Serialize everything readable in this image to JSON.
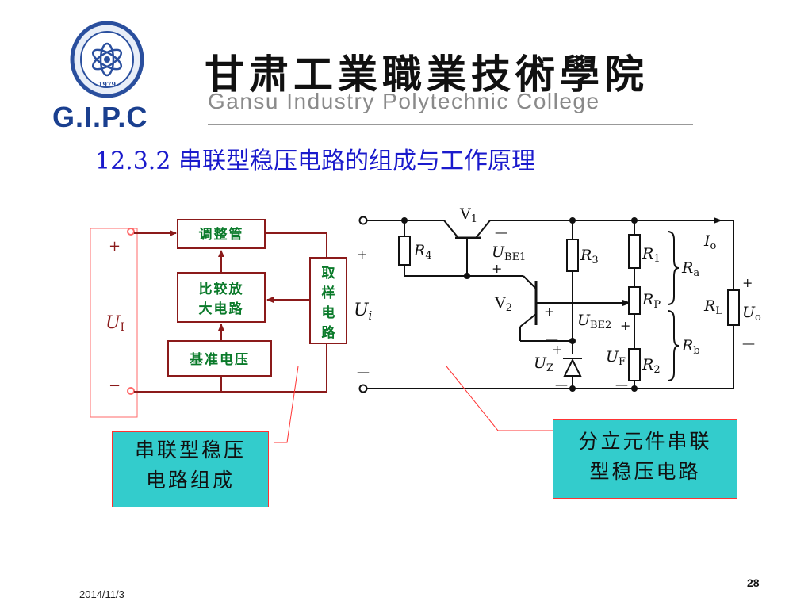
{
  "header": {
    "logo_text": "G.I.P.C",
    "college_cn": "甘肃工業職業技術學院",
    "college_en": "Gansu Industry Polytechnic College",
    "logo_year": "1979"
  },
  "title": "12.3.2 串联型稳压电路的组成与工作原理",
  "block_diagram": {
    "input_label": "U",
    "input_sub": "I",
    "plus": "+",
    "minus": "−",
    "regulator": "调整管",
    "comparator_line1": "比较放",
    "comparator_line2": "大电路",
    "reference": "基准电压",
    "sampling": [
      "取",
      "样",
      "电",
      "路"
    ]
  },
  "circuit": {
    "v1": "V",
    "v1_sub": "1",
    "v2": "V",
    "v2_sub": "2",
    "r4": "R",
    "r4_sub": "4",
    "r3": "R",
    "r3_sub": "3",
    "r1": "R",
    "r1_sub": "1",
    "rp": "R",
    "rp_sub": "P",
    "r2": "R",
    "r2_sub": "2",
    "rl": "R",
    "rl_sub": "L",
    "ra": "R",
    "ra_sub": "a",
    "rb": "R",
    "rb_sub": "b",
    "ube1": "U",
    "ube1_sub": "BE1",
    "ube2": "U",
    "ube2_sub": "BE2",
    "uz": "U",
    "uz_sub": "Z",
    "uf": "U",
    "uf_sub": "F",
    "io": "I",
    "io_sub": "o",
    "uo": "U",
    "uo_sub": "o",
    "ui": "U",
    "ui_sub": "i",
    "plus": "+",
    "minus": "—"
  },
  "callouts": {
    "left_line1": "串联型稳压",
    "left_line2": "电路组成",
    "right_line1": "分立元件串联",
    "right_line2": "型稳压电路"
  },
  "footer": {
    "date": "2014/11/3",
    "page": "28"
  },
  "colors": {
    "title": "#1a1acc",
    "block_border": "#8b1a1a",
    "block_text": "#0a7a2a",
    "callout_bg": "#33cccc",
    "callout_border": "#ff3333"
  }
}
